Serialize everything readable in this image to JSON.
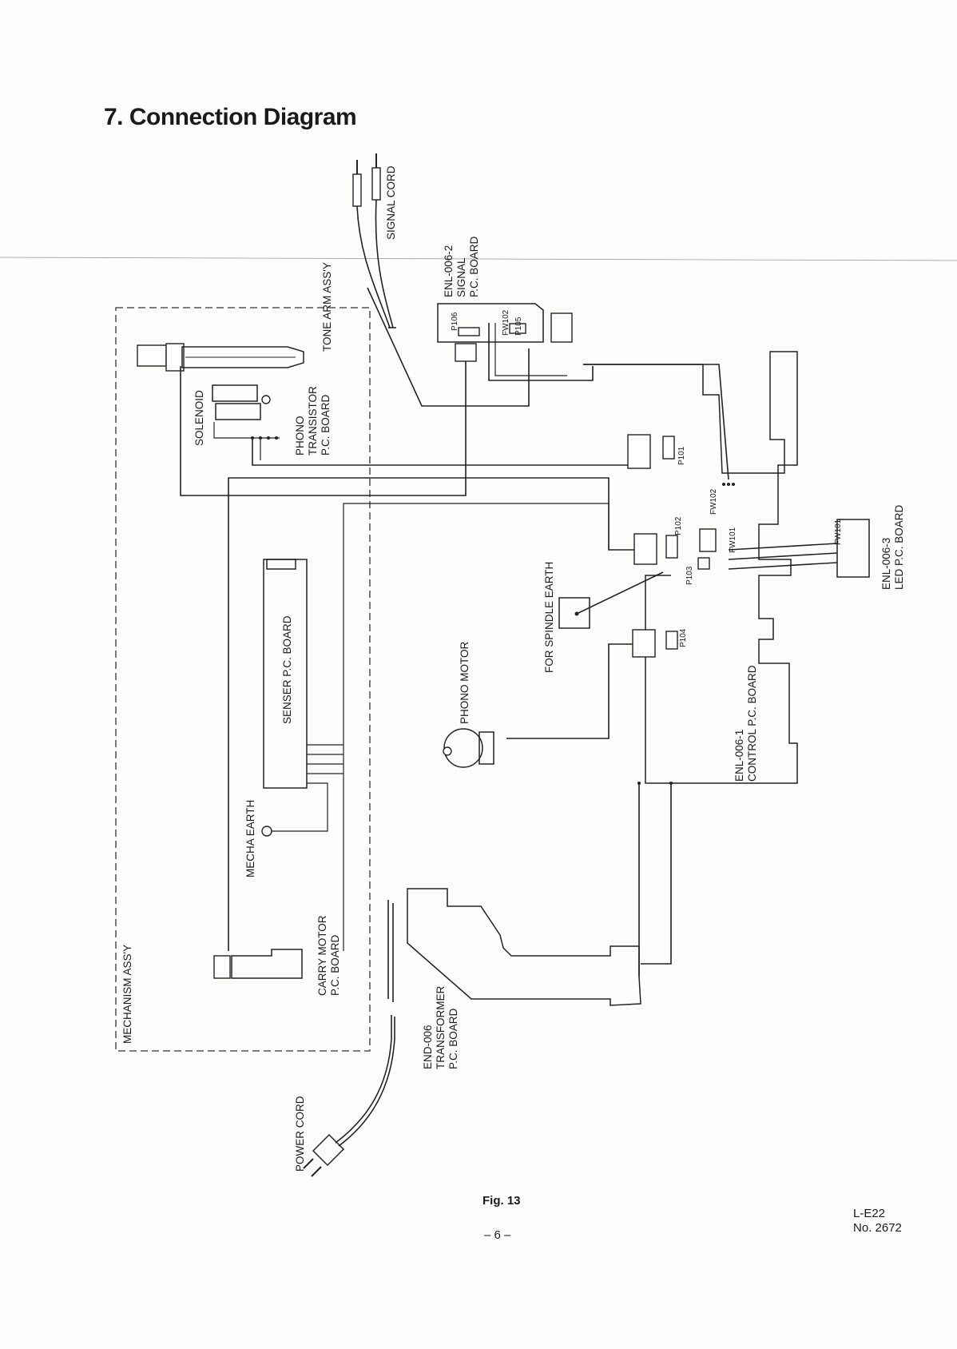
{
  "page": {
    "title": "7. Connection Diagram",
    "figure_caption": "Fig. 13",
    "page_number": "– 6 –",
    "doc_id_line1": "L-E22",
    "doc_id_line2": "No. 2672"
  },
  "diagram": {
    "labels": {
      "signal_cord": "SIGNAL CORD",
      "tone_arm": "TONE ARM ASS'Y",
      "signal_board_1": "ENL-006-2",
      "signal_board_2": "SIGNAL",
      "signal_board_3": "P.C. BOARD",
      "solenoid": "SOLENOID",
      "phono_tr_1": "PHONO",
      "phono_tr_2": "TRANSISTOR",
      "phono_tr_3": "P.C. BOARD",
      "senser_board": "SENSER P.C. BOARD",
      "mecha_earth": "MECHA EARTH",
      "carry_motor_1": "CARRY MOTOR",
      "carry_motor_2": "P.C. BOARD",
      "mechanism": "MECHANISM ASS'Y",
      "power_cord": "POWER CORD",
      "transformer_1": "END-006",
      "transformer_2": "TRANSFORMER",
      "transformer_3": "P.C. BOARD",
      "phono_motor": "PHONO MOTOR",
      "spindle_earth": "FOR SPINDLE EARTH",
      "control_1": "ENL-006-1",
      "control_2": "CONTROL P.C. BOARD",
      "led_1": "ENL-006-3",
      "led_2": "LED P.C. BOARD",
      "p101": "P101",
      "p102": "P102",
      "p103": "P103",
      "p104": "P104",
      "p105": "P105",
      "p106": "P106",
      "fw101": "FW101",
      "fw101_led": "FW101",
      "fw102": "FW102",
      "fw102_signal": "FW102"
    }
  }
}
